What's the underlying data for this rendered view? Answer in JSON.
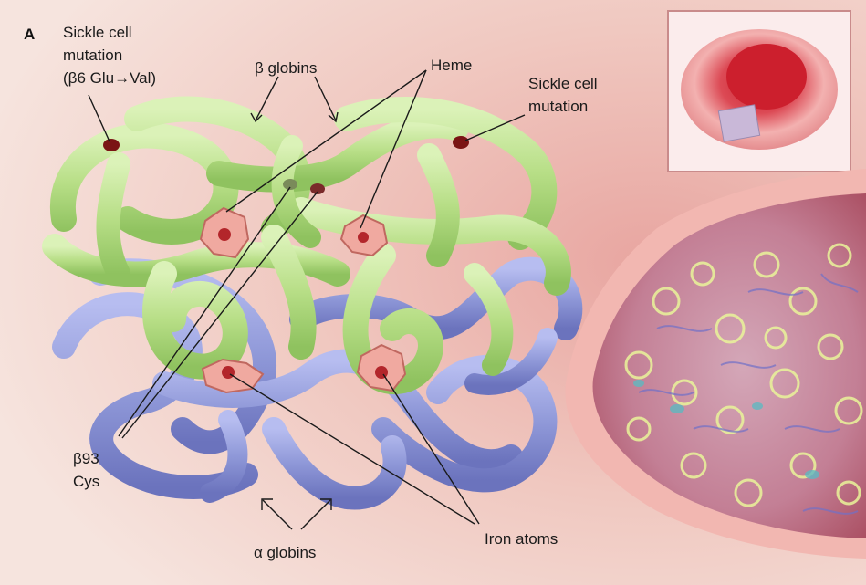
{
  "panel_letter": "A",
  "labels": {
    "sickle_left_line1": "Sickle cell",
    "sickle_left_line2": "mutation",
    "sickle_left_line3": "(β6 Glu→Val)",
    "beta_globins": "β globins",
    "heme": "Heme",
    "sickle_right_line1": "Sickle cell",
    "sickle_right_line2": "mutation",
    "b93_line1": "β93",
    "b93_line2": "Cys",
    "alpha_globins": "α globins",
    "iron_atoms": "Iron atoms"
  },
  "colors": {
    "background": "#f4dcd6",
    "beta_globin": "#bfe28f",
    "alpha_globin": "#8f98d8",
    "heme_group": "#f0a9a0",
    "iron_atom": "#b3262b",
    "mutation_site": "#7a1414",
    "red_cell": "#d64550"
  }
}
